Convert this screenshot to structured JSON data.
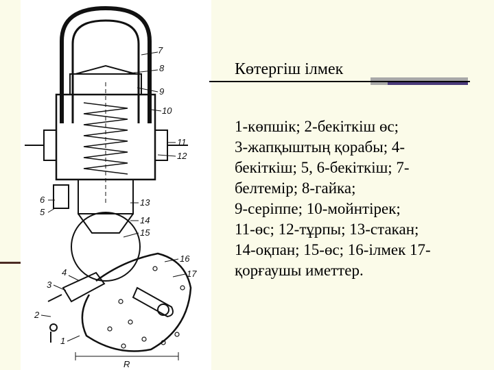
{
  "slide": {
    "title": "Көтергіш ілмек",
    "description_lines": [
      "1-көпшік; 2-бекіткіш өс;",
      "3-жапқыштың қорабы; 4-",
      "бекіткіш; 5, 6-бекіткіш; 7-",
      "белтемір; 8-гайка;",
      "9-серіппе; 10-мойнтірек;",
      "11-өс; 12-тұрпы; 13-стакан;",
      "14-оқпан; 15-өс; 16-ілмек 17-",
      "қорғаушы иметтер."
    ]
  },
  "drawing": {
    "labels": [
      "7",
      "8",
      "9",
      "10",
      "11",
      "12",
      "6",
      "5",
      "13",
      "14",
      "15",
      "16",
      "4",
      "3",
      "17",
      "2",
      "1",
      "R"
    ],
    "colors": {
      "accent_bar": "#4a3a7a",
      "panel_bg": "#fbfbe9",
      "left_rule": "#4b2a23"
    }
  }
}
